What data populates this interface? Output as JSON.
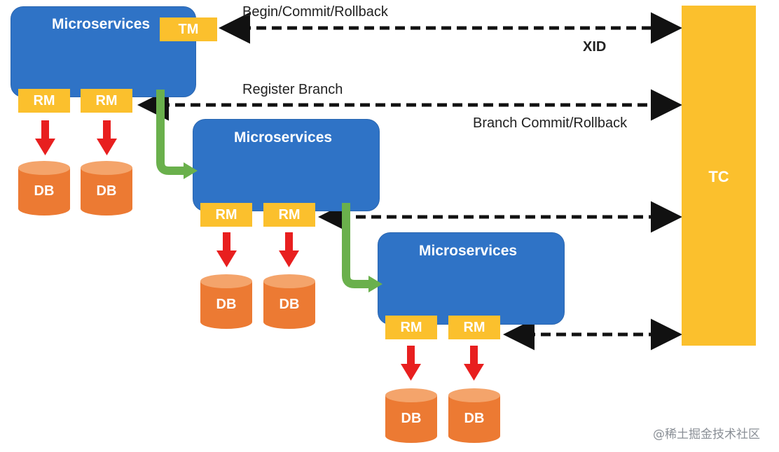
{
  "microservices": [
    {
      "title": "Microservices",
      "rm": [
        "RM",
        "RM"
      ],
      "db": [
        "DB",
        "DB"
      ]
    },
    {
      "title": "Microservices",
      "rm": [
        "RM",
        "RM"
      ],
      "db": [
        "DB",
        "DB"
      ]
    },
    {
      "title": "Microservices",
      "rm": [
        "RM",
        "RM"
      ],
      "db": [
        "DB",
        "DB"
      ]
    }
  ],
  "tm_label": "TM",
  "tc_label": "TC",
  "edges": {
    "begin_commit_rollback": "Begin/Commit/Rollback",
    "xid": "XID",
    "register_branch": "Register Branch",
    "branch_commit_rollback": "Branch Commit/Rollback"
  },
  "watermark": "@稀土掘金技术社区",
  "colors": {
    "microservice_fill": "#2f73c6",
    "tag_fill": "#fbc02d",
    "db_fill": "#ec7a33",
    "db_top": "#f4a46b",
    "red_arrow": "#e81f1f",
    "green_arrow": "#6ab04c",
    "dashed_arrow": "#111111"
  }
}
